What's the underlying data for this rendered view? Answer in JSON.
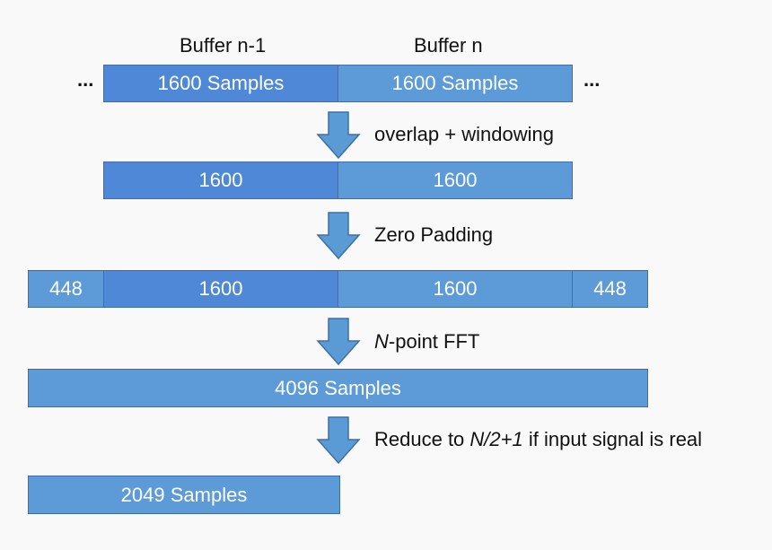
{
  "diagram": {
    "headers": {
      "buffer_prev": "Buffer n-1",
      "buffer_cur": "Buffer n"
    },
    "ellipsis": "...",
    "row1": {
      "left": "1600 Samples",
      "right": "1600 Samples"
    },
    "step1": {
      "label": "overlap + windowing"
    },
    "row2": {
      "left": "1600",
      "right": "1600"
    },
    "step2": {
      "label": "Zero Padding"
    },
    "row3": {
      "pad_left": "448",
      "left": "1600",
      "right": "1600",
      "pad_right": "448"
    },
    "step3": {
      "label_italic": "N",
      "label_rest": "-point FFT"
    },
    "row4": {
      "full": "4096 Samples"
    },
    "step4": {
      "label_prefix": "Reduce to ",
      "label_italic": "N/2+1",
      "label_suffix": " if input signal is real"
    },
    "row5": {
      "full": "2049 Samples"
    },
    "colors": {
      "block_dark": "#4f88d6",
      "block_light": "#5c9bd8",
      "arrow": "#5b9bd5",
      "background": "#f9f9f9"
    }
  }
}
